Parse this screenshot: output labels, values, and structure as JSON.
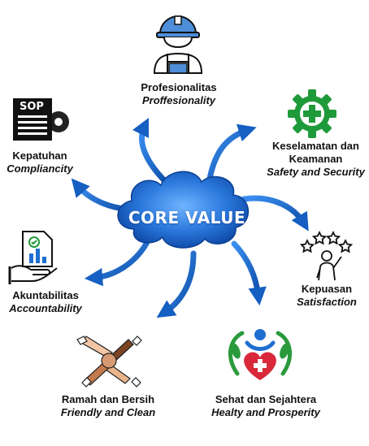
{
  "center": {
    "label": "CORE VALUE"
  },
  "values": [
    {
      "id": "profesionalitas",
      "indonesian": "Profesionalitas",
      "english": "Proffesionality",
      "icon": "worker-helmet-icon"
    },
    {
      "id": "keselamatan",
      "indonesian": "Keselamatan dan\nKeamanan",
      "english": "Safety and Security",
      "icon": "gear-plus-icon"
    },
    {
      "id": "kepuasan",
      "indonesian": "Kepuasan",
      "english": "Satisfaction",
      "icon": "person-stars-icon"
    },
    {
      "id": "sehat",
      "indonesian": "Sehat dan Sejahtera",
      "english": "Healty and Prosperity",
      "icon": "health-heart-icon"
    },
    {
      "id": "ramah",
      "indonesian": "Ramah dan Bersih",
      "english": "Friendly and Clean",
      "icon": "joined-hands-icon"
    },
    {
      "id": "akuntabilitas",
      "indonesian": "Akuntabilitas",
      "english": "Accountability",
      "icon": "hand-chart-icon"
    },
    {
      "id": "kepatuhan",
      "indonesian": "Kepatuhan",
      "english": "Compliancity",
      "icon": "sop-document-icon"
    }
  ],
  "sop_icon_text": "SOP",
  "colors": {
    "arrow": "#1f6fd0",
    "arrow_dark": "#0d3f8f",
    "cloud": "#2f7fe0",
    "cloud_dark": "#0a4aa8",
    "green": "#1f9a3a"
  }
}
